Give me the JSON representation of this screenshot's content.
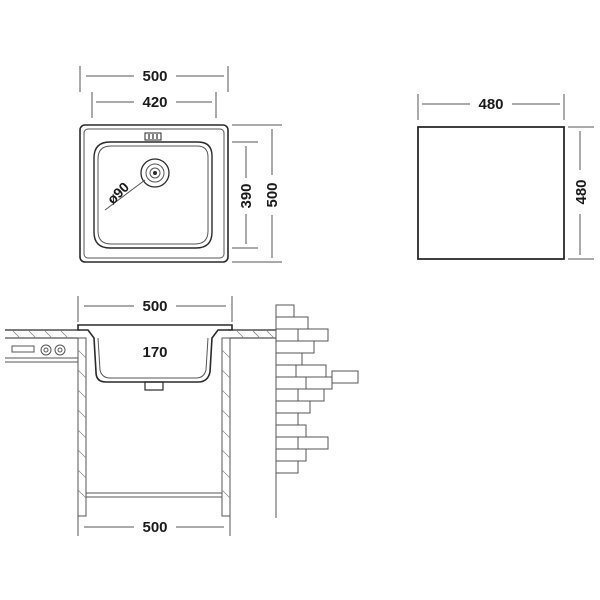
{
  "top_view": {
    "overall_width": "500",
    "bowl_width": "420",
    "bowl_depth": "390",
    "overall_depth": "500",
    "drain_diameter": "ø90"
  },
  "cutout_view": {
    "width": "480",
    "height": "480"
  },
  "section_view": {
    "rim_width": "500",
    "bowl_height": "170",
    "cabinet_width": "500"
  },
  "colors": {
    "line": "#2a2a2a",
    "text": "#1a1a1a",
    "hatch": "#888888"
  }
}
